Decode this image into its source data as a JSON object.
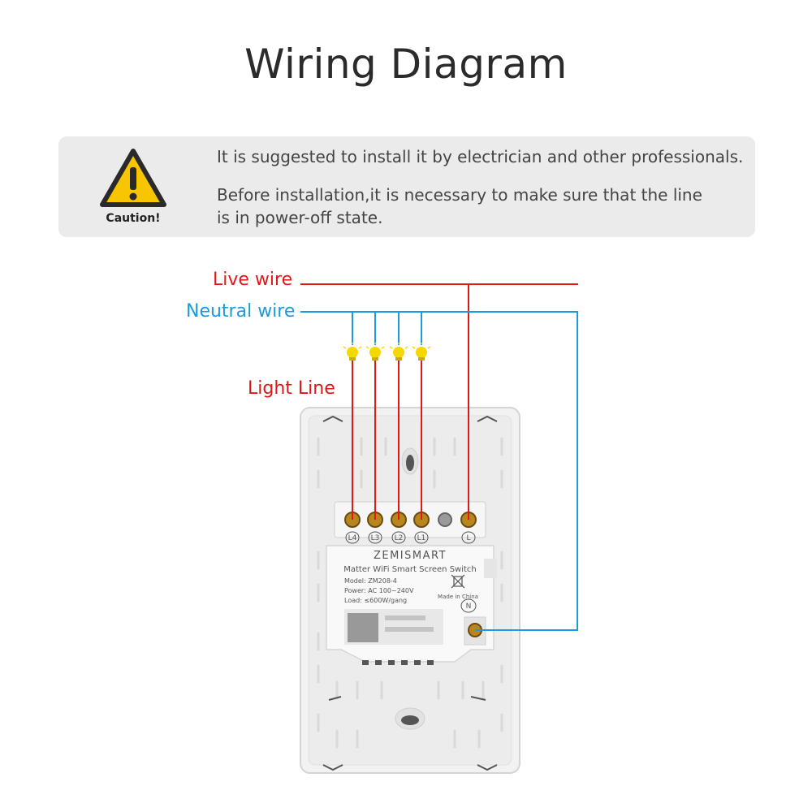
{
  "title": "Wiring Diagram",
  "caution": {
    "label": "Caution!",
    "line1": "It is suggested to install it by electrician and other professionals.",
    "line2": "Before installation,it is necessary to make sure that the line is in power-off state."
  },
  "wires": {
    "live": "Live wire",
    "neutral": "Neutral wire",
    "light": "Light Line"
  },
  "terminals": [
    "L4",
    "L3",
    "L2",
    "L1",
    "L",
    "N"
  ],
  "device": {
    "brand": "ZEMISMART",
    "product": "Matter WiFi Smart Screen Switch",
    "model": "Model: ZM208-4",
    "power": "Power: AC 100~240V",
    "load": "Load: ≤600W/gang",
    "origin": "Made in China"
  },
  "colors": {
    "live": "#e01818",
    "neutral": "#1a9be0",
    "bulb": "#f5d800"
  }
}
